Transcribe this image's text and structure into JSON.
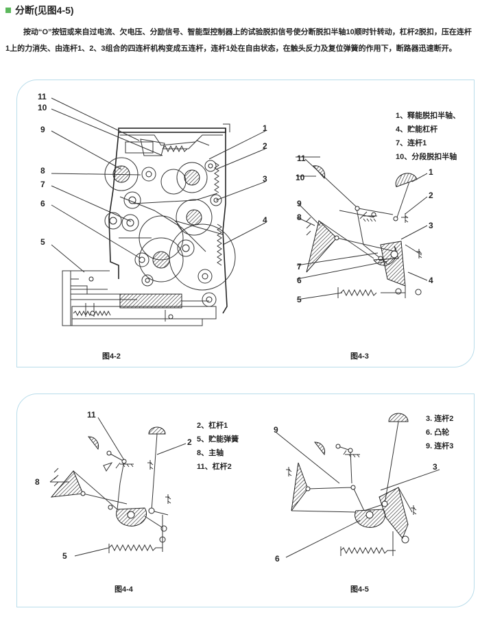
{
  "section": {
    "title": "分断(见图4-5)",
    "body": "按动“O”按钮或来自过电流、欠电压、分励信号、智能型控制器上的试验脱扣信号使分断脱扣半轴10顺时针转动，杠杆2脱扣，压在连杆1上的力消失、由连杆1、2、3组合的四连杆机构变成五连杆，连杆1处在自由状态，在触头反力及复位弹簧的作用下，断路器迅速断开。"
  },
  "accent_color": "#5cb85c",
  "panel_border_color": "#b8dcea",
  "figures": {
    "fig42": {
      "caption": "图4-2",
      "labels": [
        "11",
        "10",
        "9",
        "8",
        "7",
        "6",
        "5",
        "1",
        "2",
        "3",
        "4"
      ]
    },
    "fig43": {
      "caption": "图4-3",
      "legend": [
        "1、释能脱扣半轴、",
        "4、贮能杠杆",
        "7、连杆1",
        "10、分段脱扣半轴"
      ],
      "labels": [
        "11",
        "10",
        "9",
        "8",
        "7",
        "6",
        "5",
        "1",
        "2",
        "3",
        "4"
      ]
    },
    "fig44": {
      "caption": "图4-4",
      "legend": [
        "2、杠杆1",
        "5、贮能弹簧",
        "8、主轴",
        "11、杠杆2"
      ],
      "labels": [
        "11",
        "8",
        "5",
        "2"
      ]
    },
    "fig45": {
      "caption": "图4-5",
      "legend": [
        "3. 连杆2",
        "6. 凸轮",
        "9. 连杆3"
      ],
      "labels": [
        "9",
        "6",
        "3"
      ]
    }
  }
}
